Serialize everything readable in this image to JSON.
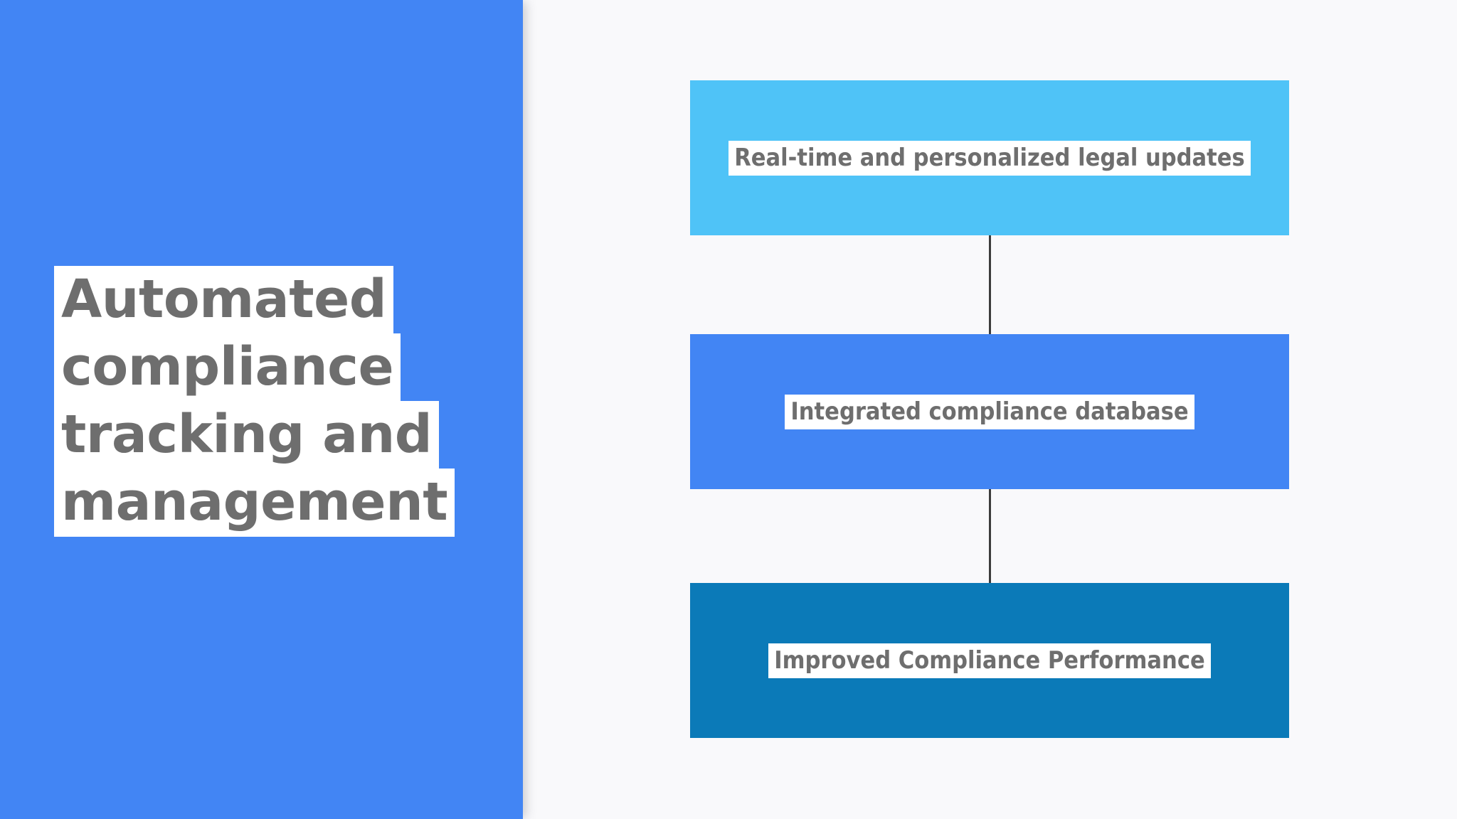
{
  "slide": {
    "background_color": "#f9f9fb",
    "title_panel": {
      "background_color": "#4285f4",
      "text_color": "#6e6e6e",
      "highlight_color": "#ffffff",
      "title_lines": [
        "Automated",
        "compliance",
        "tracking and",
        "management"
      ]
    },
    "flow": {
      "connector_color": "#3c3c3c",
      "label_text_color": "#6e6e6e",
      "label_highlight_color": "#ffffff",
      "nodes": [
        {
          "label": "Real-time and personalized legal updates",
          "color": "#4fc3f7"
        },
        {
          "label": "Integrated compliance database",
          "color": "#4285f4"
        },
        {
          "label": "Improved Compliance Performance",
          "color": "#0b7ab8"
        }
      ]
    }
  }
}
